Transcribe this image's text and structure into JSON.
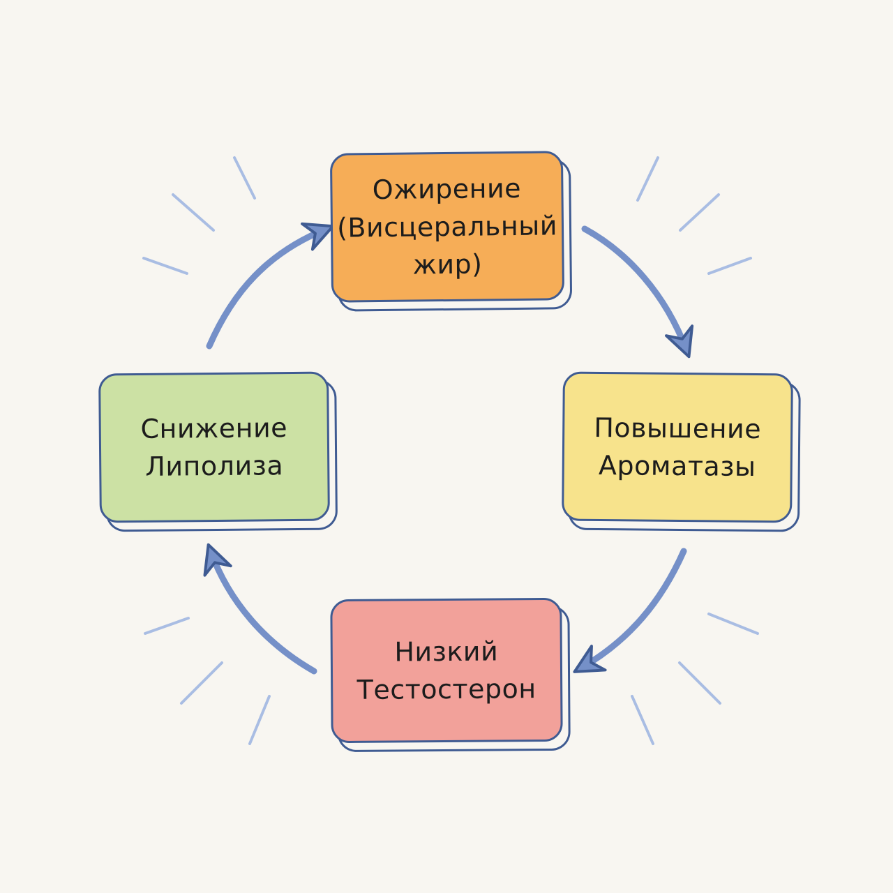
{
  "diagram": {
    "nodes": [
      {
        "id": "obesity",
        "label": "Ожирение\n(Висцеральный\nжир)",
        "color": "#f6ad57"
      },
      {
        "id": "aromatase",
        "label": "Повышение\nАроматазы",
        "color": "#f7e38c"
      },
      {
        "id": "low_testosterone",
        "label": "Низкий\nТестостерон",
        "color": "#f2a19a"
      },
      {
        "id": "lipolysis",
        "label": "Снижение\nЛиполиза",
        "color": "#cce1a4"
      }
    ],
    "edges": [
      {
        "from": "obesity",
        "to": "aromatase"
      },
      {
        "from": "aromatase",
        "to": "low_testosterone"
      },
      {
        "from": "low_testosterone",
        "to": "lipolysis"
      },
      {
        "from": "lipolysis",
        "to": "obesity"
      }
    ],
    "colors": {
      "outline": "#3f5b92",
      "arrow": "#7590c8",
      "burst": "#a9bde3",
      "background": "#f8f6f1"
    }
  }
}
